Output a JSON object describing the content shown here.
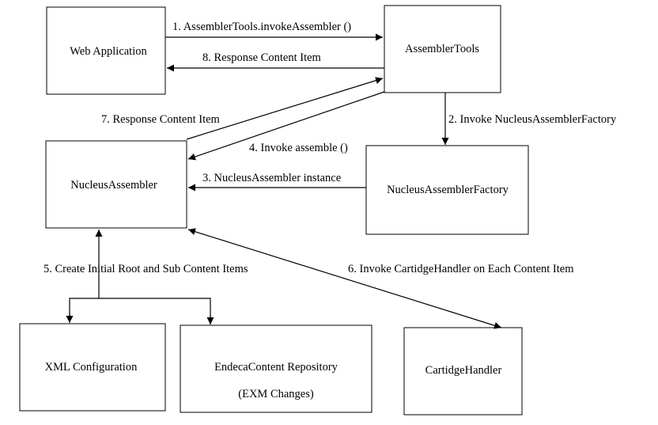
{
  "nodes": {
    "web_application": "Web Application",
    "assembler_tools": "AssemblerTools",
    "nucleus_assembler": "NucleusAssembler",
    "nucleus_assembler_factory": "NucleusAssemblerFactory",
    "xml_configuration": "XML Configuration",
    "endeca_content_repository": {
      "line1": "EndecaContent Repository",
      "line2": "(EXM Changes)"
    },
    "cartridge_handler": "CartidgeHandler"
  },
  "edges": {
    "step1": "1. AssemblerTools.invokeAssembler ()",
    "step2": "2. Invoke NucleusAssemblerFactory",
    "step3": "3. NucleusAssembler instance",
    "step4": "4. Invoke assemble ()",
    "step5": "5. Create Initial Root and Sub Content Items",
    "step6": "6. Invoke CartidgeHandler on Each Content Item",
    "step7": "7. Response Content Item",
    "step8": "8. Response Content Item"
  }
}
